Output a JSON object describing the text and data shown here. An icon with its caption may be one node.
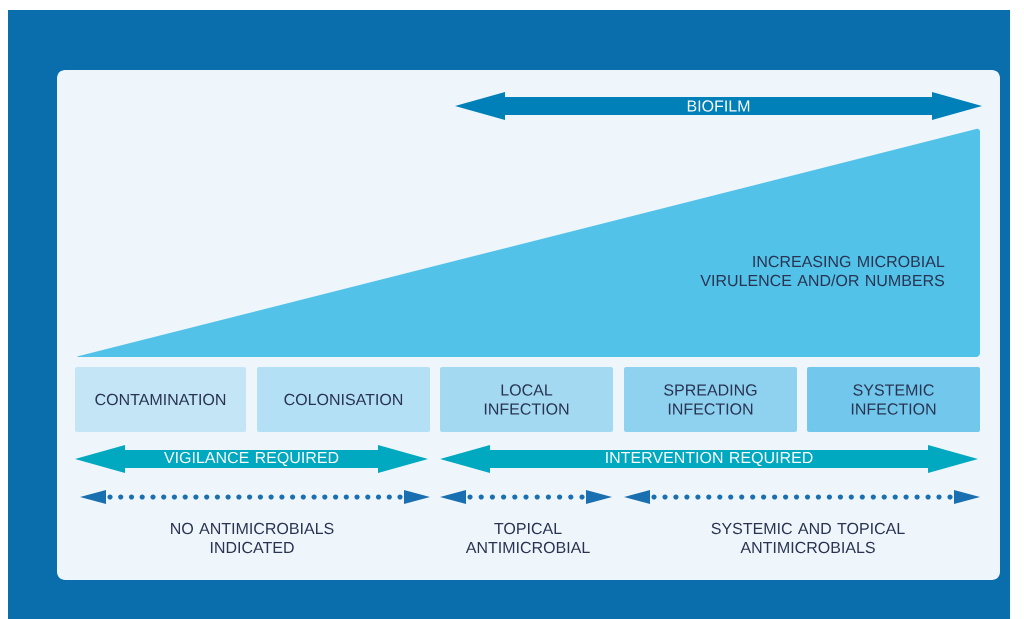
{
  "diagram": {
    "nodes": [
      {
        "text": [
          "BIOFILM"
        ]
      },
      {
        "text": [
          "INCREASING MICROBIAL VIRULENCE AND/OR NUMBERS"
        ]
      },
      {
        "text": [
          "CONTAMINATION"
        ]
      },
      {
        "text": [
          "COLONISATION"
        ]
      },
      {
        "text": [
          "LOCAL INFECTION"
        ]
      },
      {
        "text": [
          "SPREADING INFECTION"
        ]
      },
      {
        "text": [
          "SYSTEMIC INFECTION"
        ]
      },
      {
        "text": [
          "VIGILANCE REQUIRED"
        ]
      },
      {
        "text": [
          "INTERVENTION REQUIRED"
        ]
      }
    ],
    "labels": [
      "NO ANTIMICROBIALS INDICATED",
      "TOPICAL ANTIMICROBIAL",
      "SYSTEMIC AND TOPICAL ANTIMICROBIALS"
    ]
  }
}
